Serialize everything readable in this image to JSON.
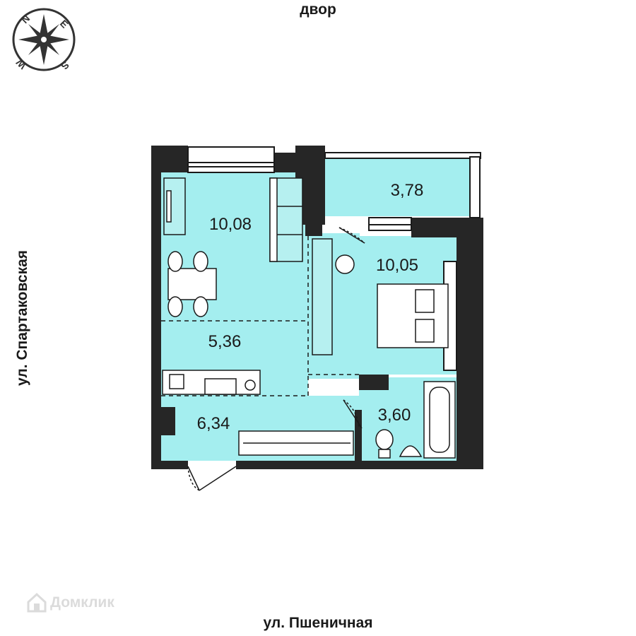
{
  "orientation": {
    "compass_letters": [
      "N",
      "E",
      "S",
      "W"
    ],
    "top_side": "двор",
    "left_side": "ул. Спартаковская",
    "bottom_side": "ул. Пшеничная"
  },
  "rooms": [
    {
      "id": "living",
      "area": "10,08"
    },
    {
      "id": "balcony",
      "area": "3,78"
    },
    {
      "id": "bedroom",
      "area": "10,05"
    },
    {
      "id": "kitchen",
      "area": "5,36"
    },
    {
      "id": "hall",
      "area": "6,34"
    },
    {
      "id": "bathroom",
      "area": "3,60"
    }
  ],
  "watermark": {
    "text": "Домклик",
    "icon": "house-logo-icon"
  },
  "colors": {
    "room_fill": "#a4eeef",
    "wall": "#262626",
    "line": "#1a1a1a"
  }
}
